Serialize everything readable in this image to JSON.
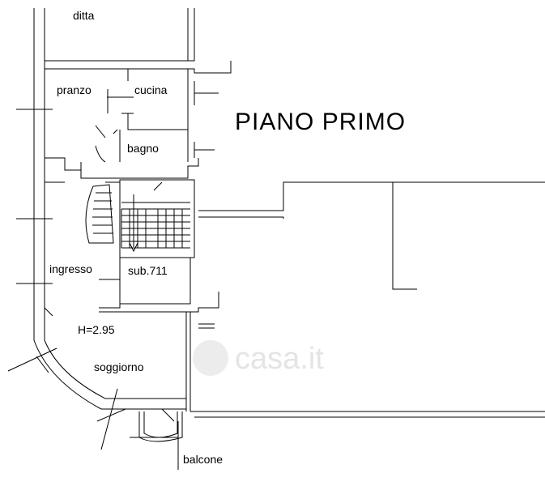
{
  "plan": {
    "title": "PIANO PRIMO",
    "rooms": {
      "ditta": "ditta",
      "pranzo": "pranzo",
      "cucina": "cucina",
      "bagno": "bagno",
      "ingresso": "ingresso",
      "sub": "sub.711",
      "height": "H=2.95",
      "soggiorno": "soggiorno",
      "balcone": "balcone"
    },
    "watermark": "casa.it",
    "line_color": "#000000",
    "watermark_color": "#e4e4e4"
  }
}
